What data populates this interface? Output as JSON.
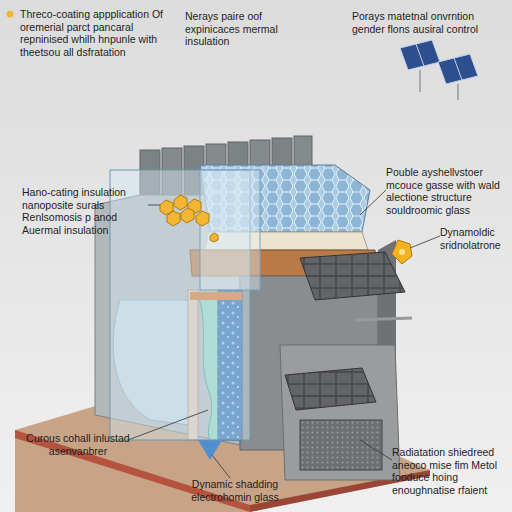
{
  "diagram": {
    "labels": [
      "Threco-coating appplication Of oremerial parct pancaral repninised whilh hnpunle with theetsou all dsfratation",
      "Nerays paire oof expinicaces mermal insulation",
      "Porays matetnal onvrntion gender flons ausiral control",
      "Hano-cating insulation nanoposite surals Renlsomosis p anod Auermal insulation",
      "Pouble ayshellvstoer mcouce gasse with wald alectione structure souldroomic glass",
      "Dynamoldic sridnolatrone",
      "Curous cohall inlustad asenvanbrer",
      "Dynamic shadding electrohomin glass",
      "Radiatation shiedreed aneoco mise fim Metol fooduce hoing enoughnatise rfaient"
    ]
  }
}
